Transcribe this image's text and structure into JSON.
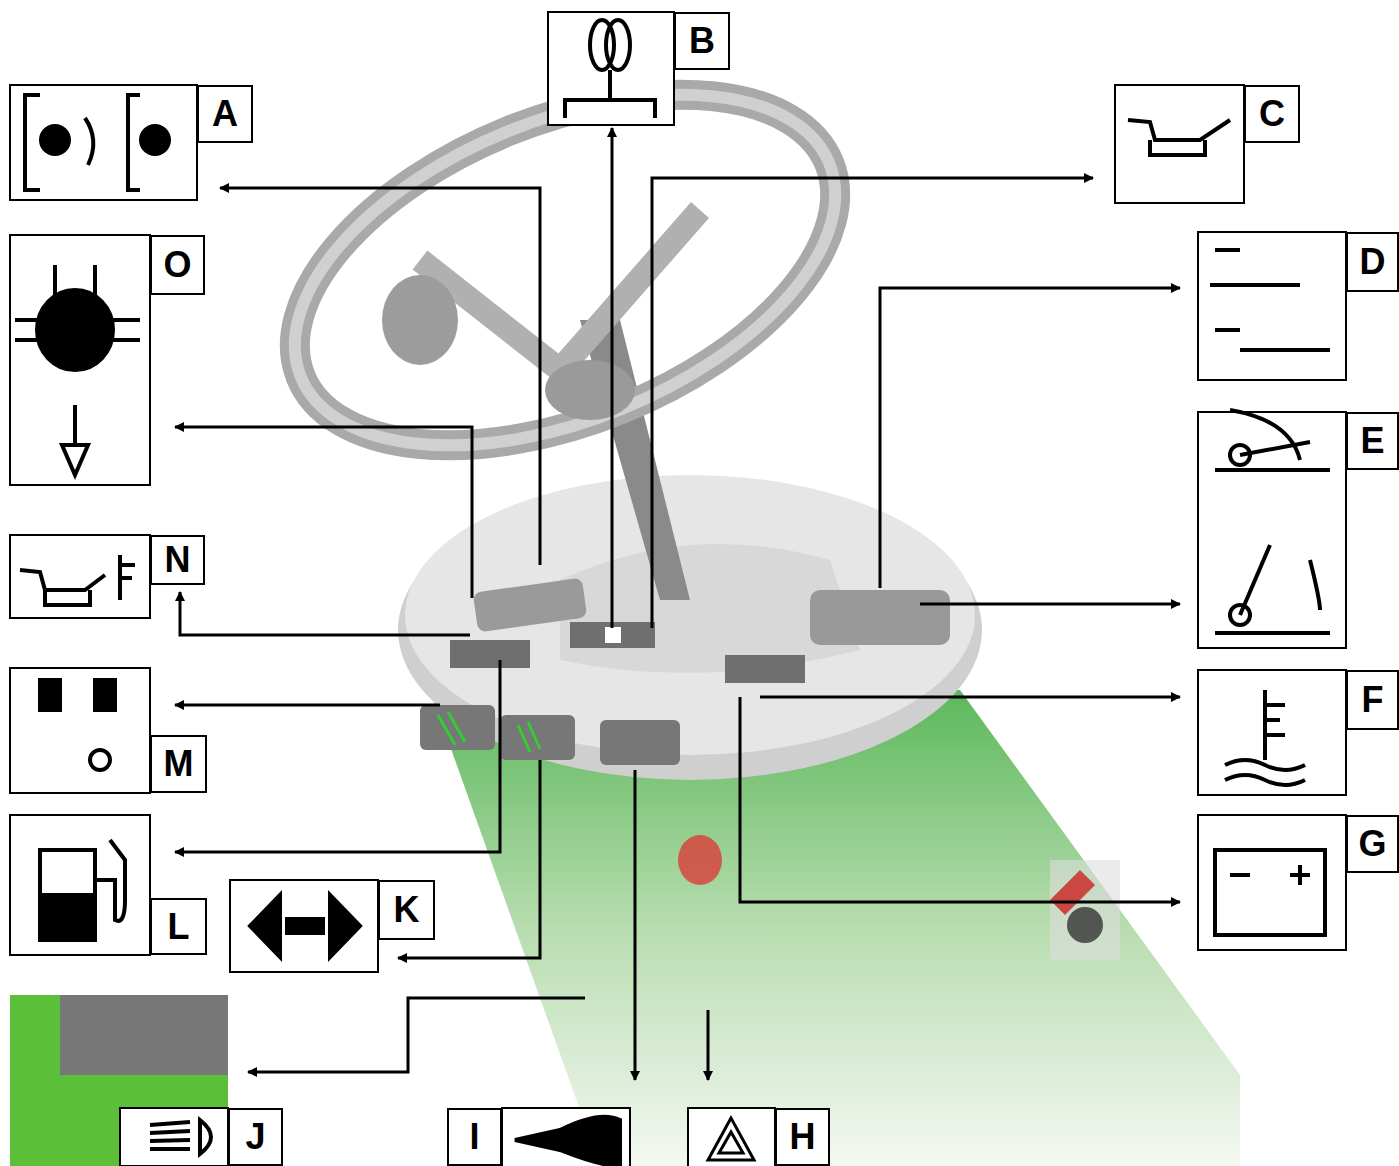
{
  "diagram": {
    "nodes": [
      {
        "text": [
          "B"
        ]
      },
      {
        "text": [
          "A"
        ]
      },
      {
        "text": [
          "C"
        ]
      },
      {
        "text": [
          "D"
        ]
      },
      {
        "text": [
          "O"
        ]
      },
      {
        "text": [
          "E"
        ]
      },
      {
        "text": [
          "N"
        ]
      },
      {
        "text": [
          "M"
        ]
      },
      {
        "text": [
          "F"
        ]
      },
      {
        "text": [
          "L"
        ]
      },
      {
        "text": [
          "G"
        ]
      },
      {
        "text": [
          "K"
        ]
      },
      {
        "text": [
          "J"
        ]
      },
      {
        "text": [
          "I"
        ]
      },
      {
        "text": [
          "H"
        ]
      }
    ]
  }
}
